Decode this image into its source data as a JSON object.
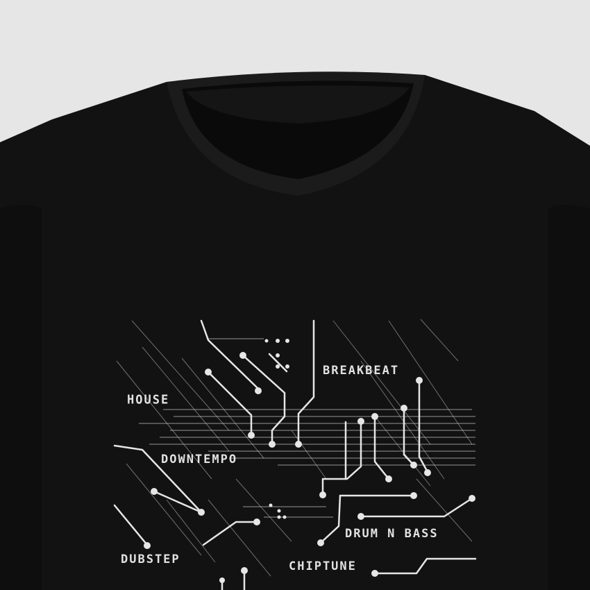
{
  "colors": {
    "background": "#e6e6e6",
    "shirt": "#111111",
    "print": "#e2e2e2"
  },
  "print_labels": {
    "house": "HOUSE",
    "breakbeat": "BREAKBEAT",
    "downtempo": "DOWNTEMPO",
    "drum_n_bass": "DRUM N BASS",
    "dubstep": "DUBSTEP",
    "chiptune": "CHIPTUNE"
  }
}
